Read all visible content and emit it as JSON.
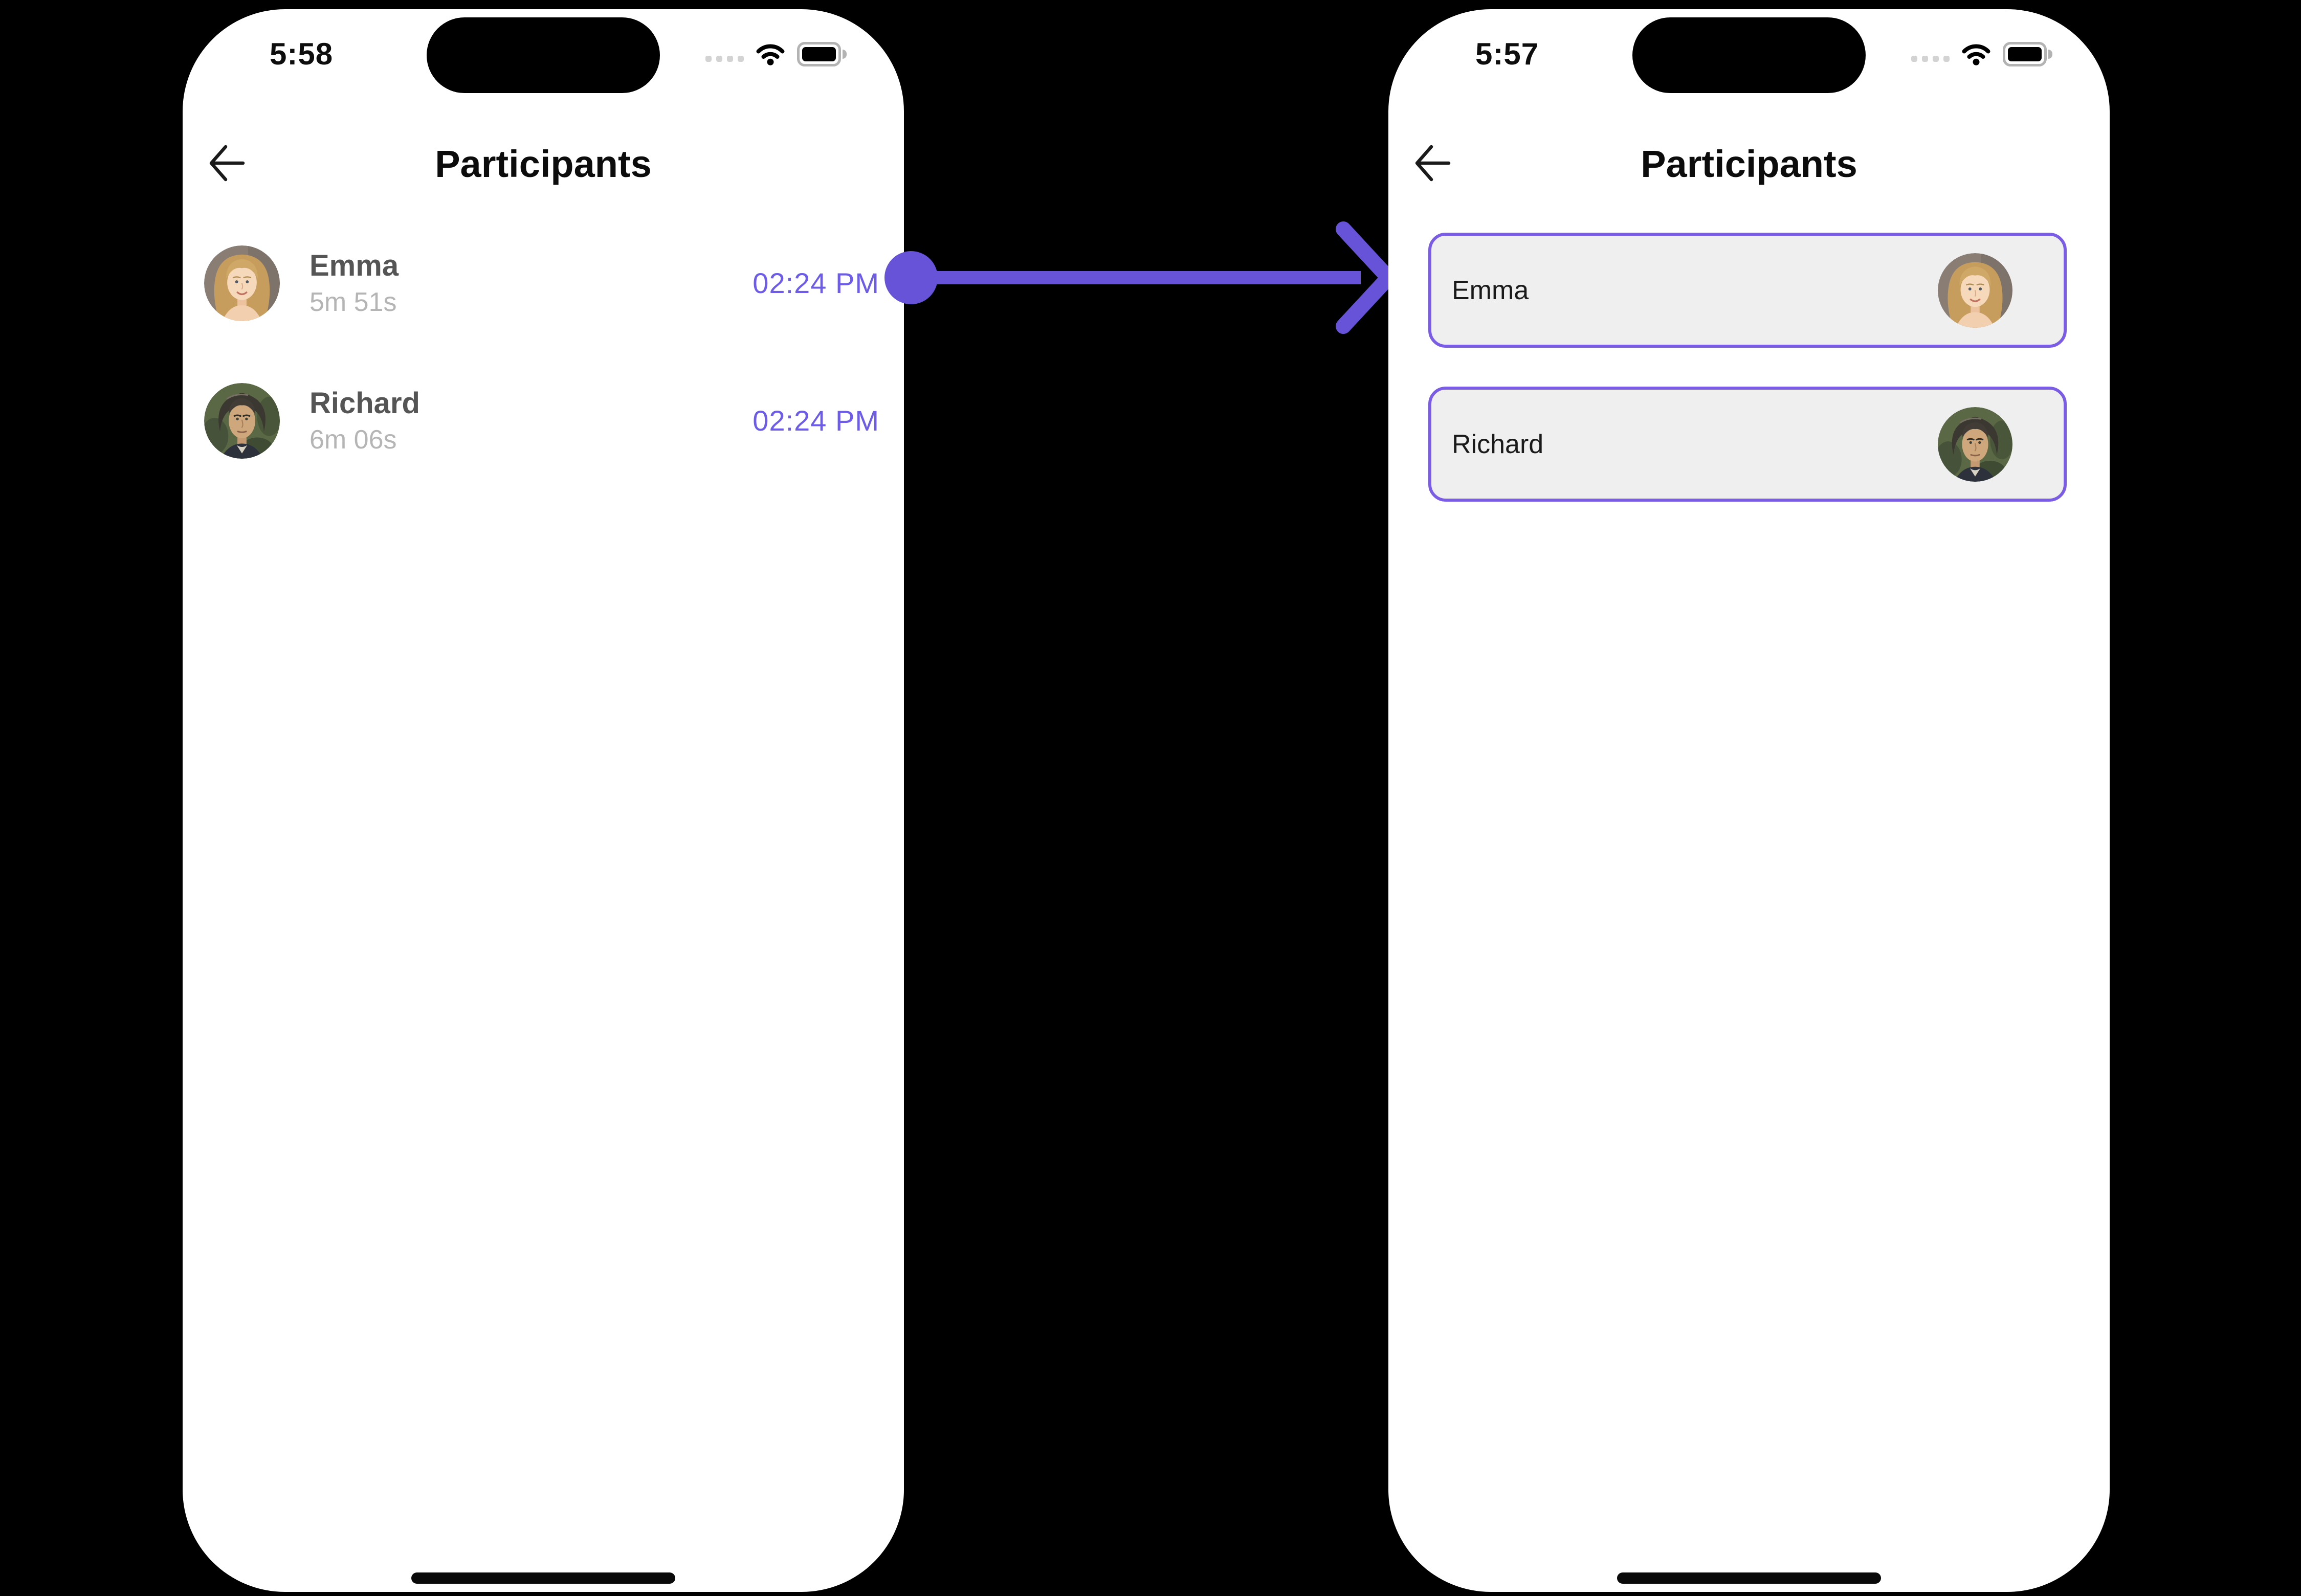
{
  "colors": {
    "page_background": "#000000",
    "phone_background": "#ffffff",
    "accent_purple": "#6c5ce7",
    "arrow_purple": "#6753d8",
    "card_border_purple": "#7b5ce5",
    "card_background": "#efefef",
    "name_gray": "#555555",
    "duration_gray": "#b5b5b5",
    "title_black": "#0c0c0c"
  },
  "icons": {
    "back": "arrow-left",
    "cellular": "signal-dots",
    "wifi": "wifi",
    "battery": "battery-full",
    "connector": "arrow-right"
  },
  "left_phone": {
    "status_bar": {
      "time": "5:58"
    },
    "header": {
      "title": "Participants"
    },
    "participants": [
      {
        "name": "Emma",
        "duration": "5m 51s",
        "time": "02:24 PM",
        "avatar": "emma"
      },
      {
        "name": "Richard",
        "duration": "6m 06s",
        "time": "02:24 PM",
        "avatar": "richard"
      }
    ]
  },
  "right_phone": {
    "status_bar": {
      "time": "5:57"
    },
    "header": {
      "title": "Participants"
    },
    "participants": [
      {
        "name": "Emma",
        "avatar": "emma"
      },
      {
        "name": "Richard",
        "avatar": "richard"
      }
    ]
  }
}
